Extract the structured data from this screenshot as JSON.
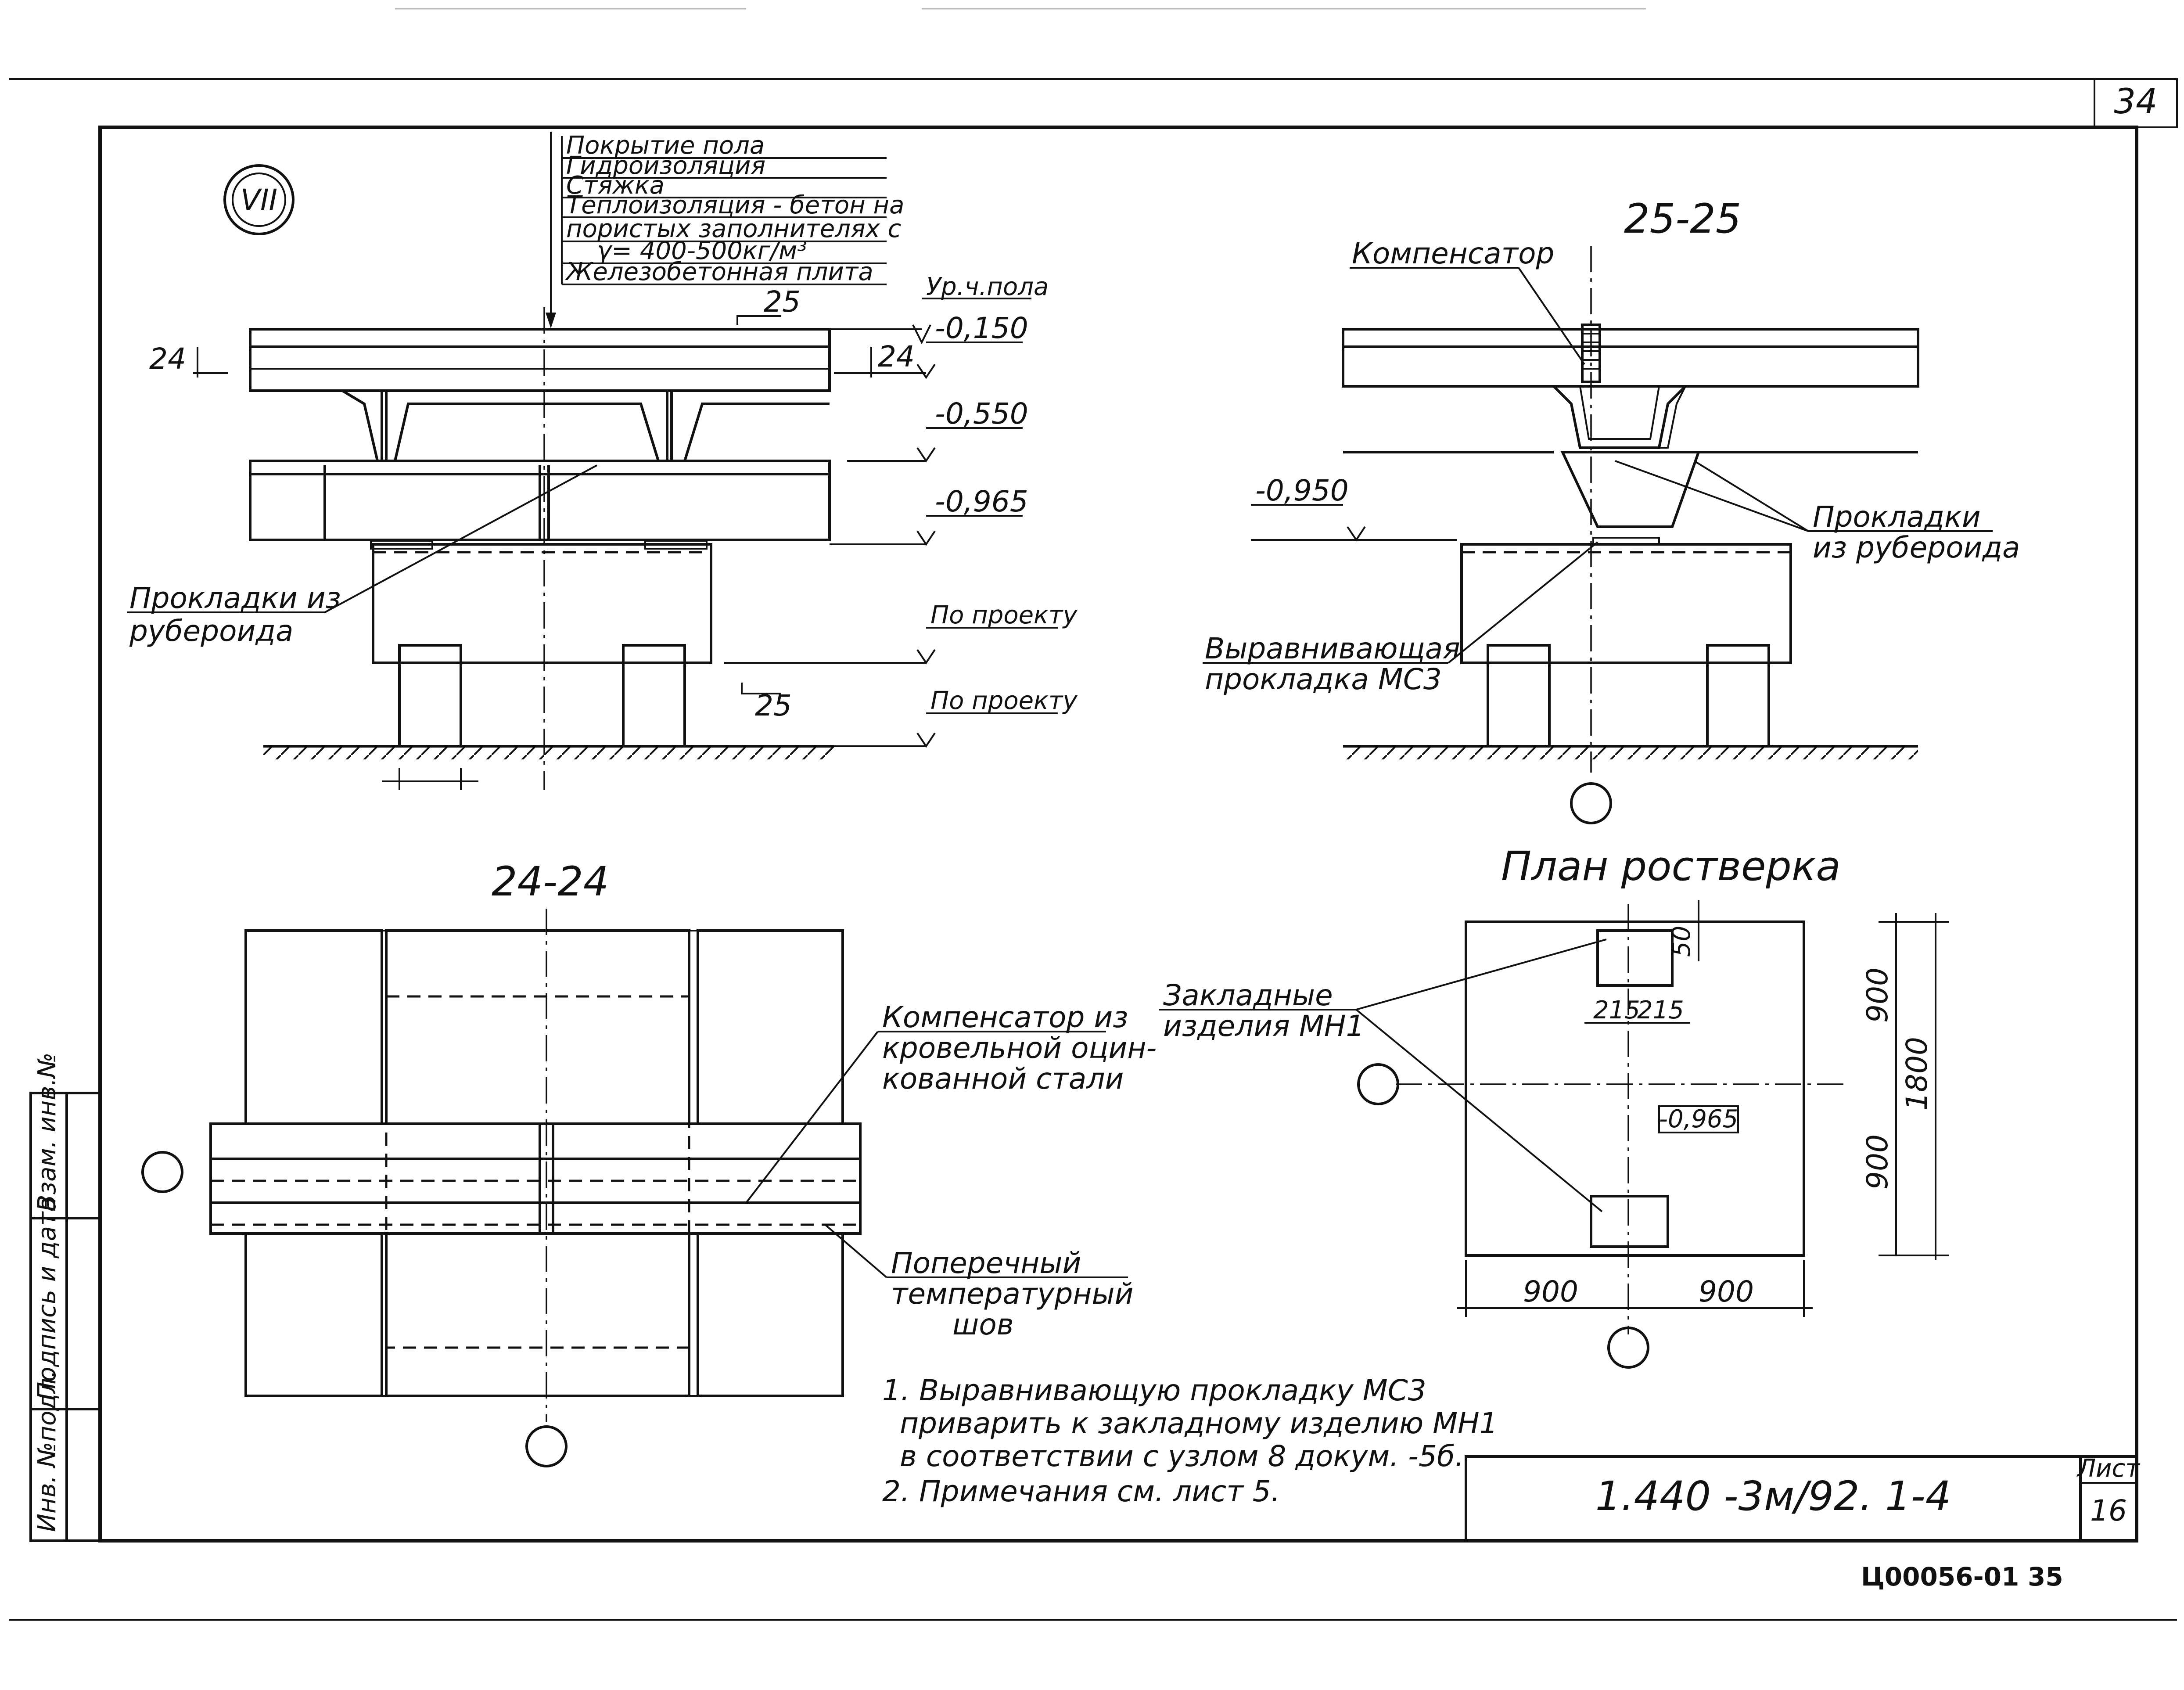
{
  "sheet": {
    "sheet_no_top": "34",
    "bottom_code": "Ц00056-01",
    "bottom_page": "35",
    "doc_number": "1.440 -3м/92. 1-4",
    "sheet_label": "Лист",
    "sheet_value": "16"
  },
  "side_stamp": {
    "inv_no": "Инв. №подл.",
    "sign_date": "Подпись и дата",
    "replace_inv": "Взам. инв.№"
  },
  "node": {
    "marker": "VII"
  },
  "layers": {
    "items": [
      "Покрытие пола",
      "Гидроизоляция",
      "Стяжка",
      "Теплоизоляция - бетон на",
      "пористых заполнителях с",
      "γ= 400-500кг/м³",
      "Железобетонная плита"
    ]
  },
  "view_left": {
    "level_mark": "Ур.ч.пола",
    "level1": "-0,150",
    "level2": "-0,550",
    "level3": "-0,965",
    "by_project1": "По проекту",
    "by_project2": "По проекту",
    "cut_tag": "24",
    "cut_tag_right": "24",
    "section_tag_top": "25",
    "section_tag_bottom": "25",
    "pads_label_1": "Прокладки из",
    "pads_label_2": "рубероида"
  },
  "view_right": {
    "title": "25-25",
    "compensator": "Компенсатор",
    "level": "-0,950",
    "pads_label_1": "Прокладки",
    "pads_label_2": "из рубероида",
    "leveling_1": "Выравнивающая",
    "leveling_2": "прокладка МС3"
  },
  "view_plan24": {
    "title": "24-24",
    "comp_1": "Компенсатор из",
    "comp_2": "кровельной оцин-",
    "comp_3": "кованной стали",
    "seam_1": "Поперечный",
    "seam_2": "температурный",
    "seam_3": "шов"
  },
  "view_grillage": {
    "title": "План ростверка",
    "embedded_1": "Закладные",
    "embedded_2": "изделия МН1",
    "dim_50": "50",
    "dim_215a": "215",
    "dim_215b": "215",
    "level": "-0,965",
    "dim_900_top": "900",
    "dim_900_bottom": "900",
    "dim_1800": "1800",
    "dim_900_left": "900",
    "dim_900_right": "900"
  },
  "notes": {
    "n1_1": "1. Выравнивающую прокладку МС3",
    "n1_2": "приварить к закладному изделию МН1",
    "n1_3": "в соответствии с узлом 8 докум. -5б.",
    "n2": "2. Примечания см. лист 5."
  }
}
